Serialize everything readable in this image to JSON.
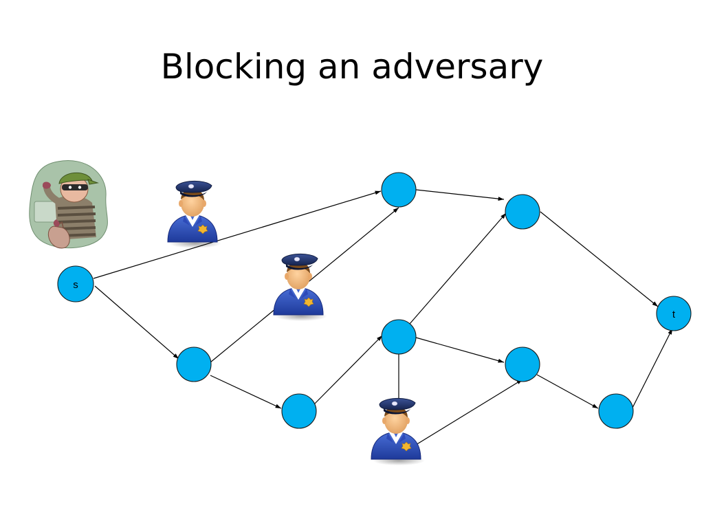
{
  "slide": {
    "title": "Blocking an adversary"
  },
  "graph": {
    "node_color": "#00B0F0",
    "nodes": [
      {
        "id": "s",
        "label": "s"
      },
      {
        "id": "t",
        "label": "t"
      },
      {
        "id": "a1",
        "label": ""
      },
      {
        "id": "a2",
        "label": ""
      },
      {
        "id": "b1",
        "label": ""
      },
      {
        "id": "b2",
        "label": ""
      },
      {
        "id": "c1",
        "label": ""
      },
      {
        "id": "c2",
        "label": ""
      },
      {
        "id": "d1",
        "label": ""
      },
      {
        "id": "d2",
        "label": ""
      }
    ],
    "edges": [
      {
        "from": "s",
        "to": "a1",
        "guarded": true
      },
      {
        "from": "s",
        "to": "b1",
        "guarded": false
      },
      {
        "from": "b1",
        "to": "a1",
        "guarded": true
      },
      {
        "from": "b1",
        "to": "b2",
        "guarded": false
      },
      {
        "from": "b2",
        "to": "c1",
        "guarded": false
      },
      {
        "from": "a1",
        "to": "a2",
        "guarded": false
      },
      {
        "from": "c1",
        "to": "a2",
        "guarded": false
      },
      {
        "from": "c1",
        "to": "c2",
        "guarded": false
      },
      {
        "from": "c1",
        "to": "c2",
        "guarded": true
      },
      {
        "from": "a2",
        "to": "t",
        "guarded": false
      },
      {
        "from": "c2",
        "to": "d2",
        "guarded": false
      },
      {
        "from": "d2",
        "to": "t",
        "guarded": false
      }
    ]
  },
  "figures": {
    "adversary": "thief-icon",
    "guards": [
      "police-officer-icon",
      "police-officer-icon",
      "police-officer-icon"
    ],
    "uniform_color": "#2B4FB5",
    "cap_color": "#1F3470"
  }
}
